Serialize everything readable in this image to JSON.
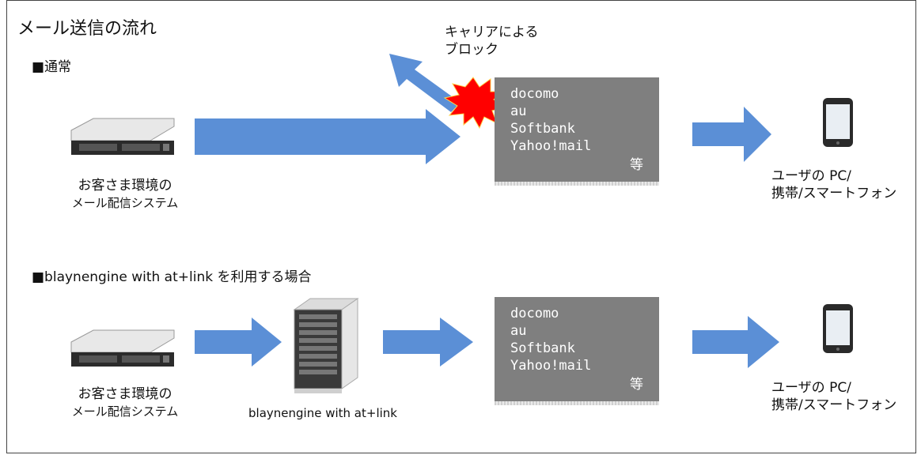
{
  "title": "メール送信の流れ",
  "normal": {
    "heading": "■通常",
    "carrier_block_label_line1": "キャリアによる",
    "carrier_block_label_line2": "ブロック",
    "source_label_line1": "お客さま環境の",
    "source_label_line2": "メール配信システム",
    "carriers": [
      "docomo",
      "au",
      "Softbank",
      "Yahoo!mail"
    ],
    "carriers_etc": "等",
    "dest_label_line1": "ユーザの PC/",
    "dest_label_line2": "携帯/スマートフォン"
  },
  "with_service": {
    "heading": "■blaynengine with at+link を利用する場合",
    "source_label_line1": "お客さま環境の",
    "source_label_line2": "メール配信システム",
    "service_label": "blaynengine with at+link",
    "carriers": [
      "docomo",
      "au",
      "Softbank",
      "Yahoo!mail"
    ],
    "carriers_etc": "等",
    "dest_label_line1": "ユーザの PC/",
    "dest_label_line2": "携帯/スマートフォン"
  },
  "colors": {
    "arrow": "#5b8fd6",
    "carrier_box": "#7f7f7f",
    "block_burst": "#ff0000"
  }
}
